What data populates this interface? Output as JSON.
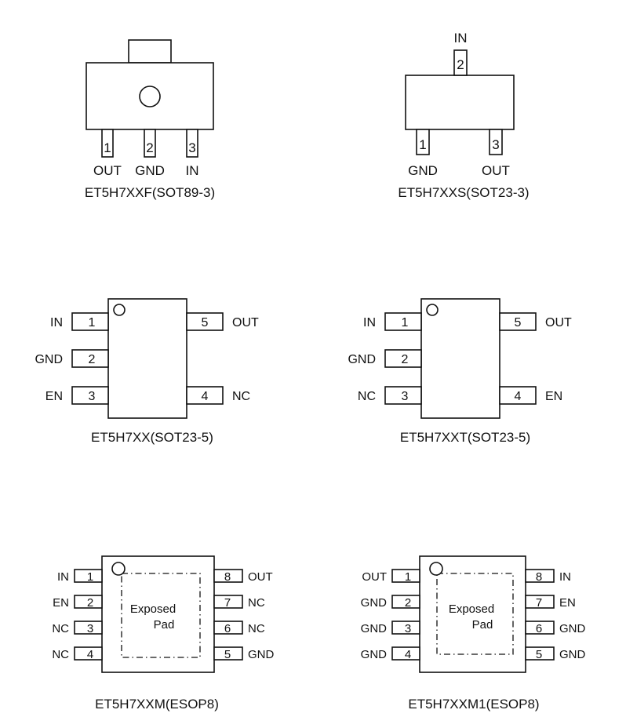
{
  "packages": [
    {
      "id": "sot89",
      "title": "ET5H7XXF(SOT89-3)",
      "pins": [
        {
          "num": "1",
          "label": "OUT"
        },
        {
          "num": "2",
          "label": "GND"
        },
        {
          "num": "3",
          "label": "IN"
        }
      ]
    },
    {
      "id": "sot23-3",
      "title": "ET5H7XXS(SOT23-3)",
      "pins": [
        {
          "num": "1",
          "label": "GND"
        },
        {
          "num": "2",
          "label": "IN"
        },
        {
          "num": "3",
          "label": "OUT"
        }
      ]
    },
    {
      "id": "sot23-5a",
      "title": "ET5H7XX(SOT23-5)",
      "pins": [
        {
          "num": "1",
          "label": "IN"
        },
        {
          "num": "2",
          "label": "GND"
        },
        {
          "num": "3",
          "label": "EN"
        },
        {
          "num": "4",
          "label": "NC"
        },
        {
          "num": "5",
          "label": "OUT"
        }
      ]
    },
    {
      "id": "sot23-5b",
      "title": "ET5H7XXT(SOT23-5)",
      "pins": [
        {
          "num": "1",
          "label": "IN"
        },
        {
          "num": "2",
          "label": "GND"
        },
        {
          "num": "3",
          "label": "NC"
        },
        {
          "num": "4",
          "label": "EN"
        },
        {
          "num": "5",
          "label": "OUT"
        }
      ]
    },
    {
      "id": "esop8a",
      "title": "ET5H7XXM(ESOP8)",
      "pad": [
        "Exposed",
        "Pad"
      ],
      "pins": [
        {
          "num": "1",
          "label": "IN"
        },
        {
          "num": "2",
          "label": "EN"
        },
        {
          "num": "3",
          "label": "NC"
        },
        {
          "num": "4",
          "label": "NC"
        },
        {
          "num": "5",
          "label": "GND"
        },
        {
          "num": "6",
          "label": "NC"
        },
        {
          "num": "7",
          "label": "NC"
        },
        {
          "num": "8",
          "label": "OUT"
        }
      ]
    },
    {
      "id": "esop8b",
      "title": "ET5H7XXM1(ESOP8)",
      "pad": [
        "Exposed",
        "Pad"
      ],
      "pins": [
        {
          "num": "1",
          "label": "OUT"
        },
        {
          "num": "2",
          "label": "GND"
        },
        {
          "num": "3",
          "label": "GND"
        },
        {
          "num": "4",
          "label": "GND"
        },
        {
          "num": "5",
          "label": "GND"
        },
        {
          "num": "6",
          "label": "GND"
        },
        {
          "num": "7",
          "label": "EN"
        },
        {
          "num": "8",
          "label": "IN"
        }
      ]
    }
  ]
}
